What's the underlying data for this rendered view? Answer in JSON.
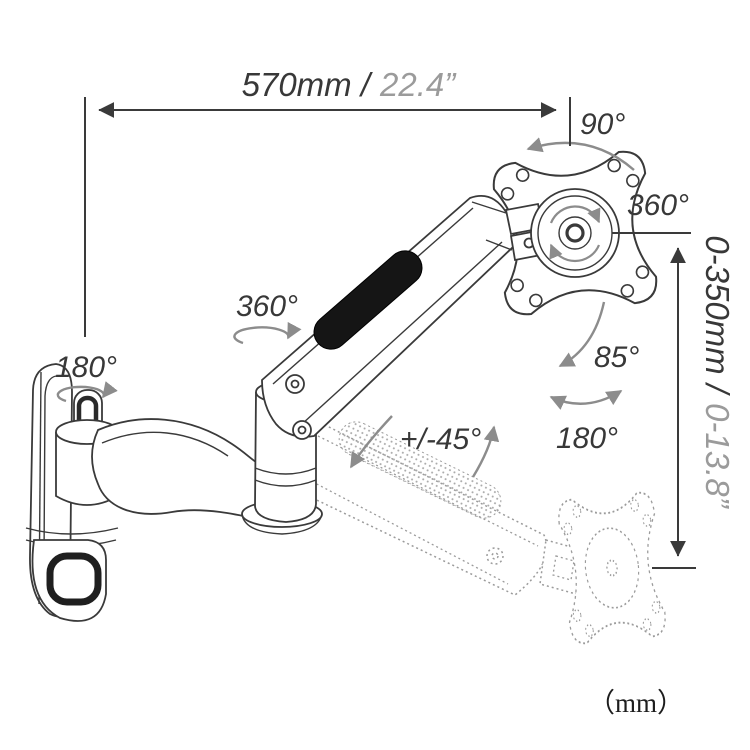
{
  "colors": {
    "background": "#ffffff",
    "line": "#3a3a3a",
    "rotation_arrow": "#8c8c8c",
    "muted_text": "#9b9b9b",
    "slot_fill": "#151515"
  },
  "dimensions": {
    "extension": {
      "metric": "570mm /",
      "imperial": "22.4”"
    },
    "height_adjust": {
      "metric": "0-350mm /",
      "imperial": "0-13.8”"
    }
  },
  "angles": {
    "monitor_tilt_up": "90°",
    "monitor_rotate": "360°",
    "monitor_tilt_down": "85°",
    "monitor_swivel": "180°",
    "elbow_rotate": "360°",
    "arm_lift": "+/-45°",
    "wall_swivel": "180°"
  },
  "unit_note": "（mm）"
}
